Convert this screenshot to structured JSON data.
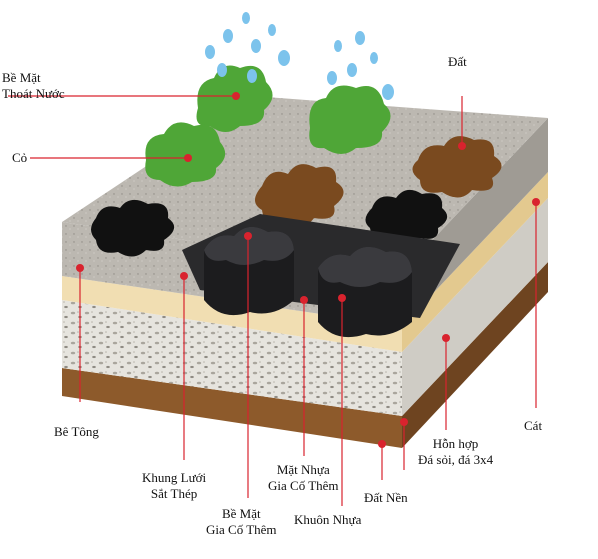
{
  "colors": {
    "accent_red": "#d9232e",
    "concrete": "#b9b5ae",
    "soil": "#7a4a1f",
    "grass": "#4fa637",
    "water": "#7cc3ec",
    "plastic": "#1c1c1e",
    "sand": "#f1deb2",
    "gravel": "#e4e2dc",
    "ground": "#9c6a34"
  },
  "labels": {
    "surface_drain": [
      "Bề Mặt",
      "Thoát Nước"
    ],
    "grass": "Cỏ",
    "soil": "Đất",
    "concrete": "Bê Tông",
    "steel_mesh": [
      "Khung Lưới",
      "Sắt Thép"
    ],
    "reinforced_surface": [
      "Bề Mặt",
      "Gia Cố Thêm"
    ],
    "plastic_face": [
      "Mặt Nhựa",
      "Gia Cố Thêm"
    ],
    "plastic_mold": "Khuôn Nhựa",
    "ground": "Đất Nền",
    "mixture": [
      "Hỗn hợp",
      "Đá sỏi, đá 3x4"
    ],
    "sand": "Cát"
  }
}
